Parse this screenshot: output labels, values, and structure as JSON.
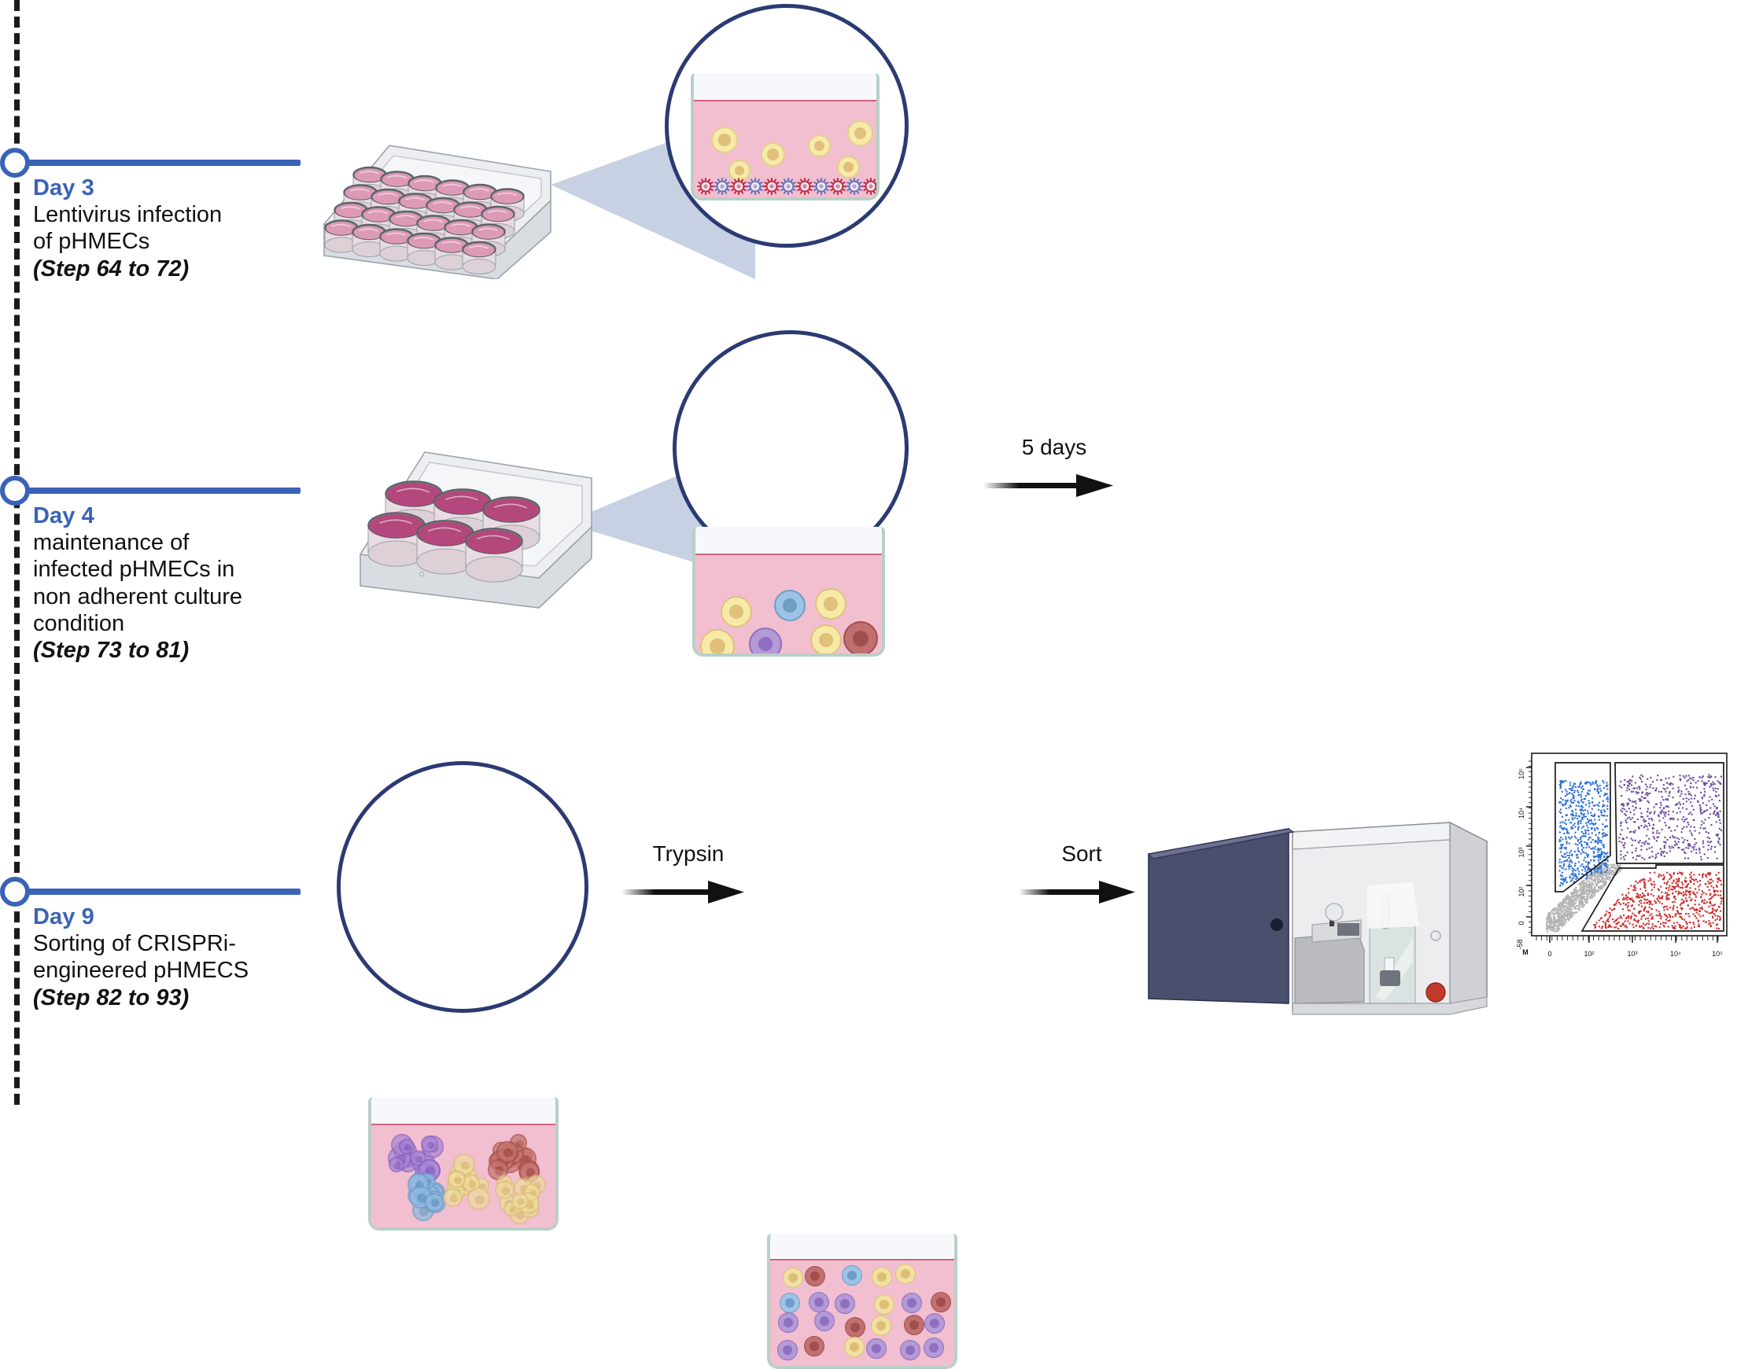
{
  "timeline": {
    "axis_color": "#3a63b8",
    "entries": [
      {
        "day": "Day 3",
        "desc_line1": "Lentivirus infection",
        "desc_line2": "of pHMECs",
        "steps": "(Step 64 to 72)"
      },
      {
        "day": "Day 4",
        "desc_line1": "maintenance of",
        "desc_line2": "infected pHMECs in",
        "desc_line3": "non adherent culture",
        "desc_line4": "condition",
        "steps": "(Step 73 to 81)"
      },
      {
        "day": "Day 9",
        "desc_line1": "Sorting of CRISPRi-",
        "desc_line2": "engineered pHMECS",
        "steps": "(Step 82 to 93)"
      }
    ]
  },
  "arrows": [
    {
      "name": "five-days-arrow",
      "label": "5 days"
    },
    {
      "name": "trypsin-arrow",
      "label": "Trypsin"
    },
    {
      "name": "sort-arrow",
      "label": "Sort"
    }
  ],
  "row1": {
    "plate": {
      "name": "24-well-plate",
      "wells_rows": 4,
      "wells_cols": 6,
      "media_color": "#dd9ab7"
    },
    "magnifier": {
      "name": "magnified-well-infection",
      "media_color": "#f2bfd0",
      "cell_color": "#f7eaa8",
      "cell_nucleus_color": "#e0c07a",
      "virus_colors": [
        "#c0304a",
        "#6a74b8"
      ],
      "virus_count": 11,
      "cell_count": 6
    }
  },
  "row2": {
    "plate": {
      "name": "6-well-plate",
      "wells_rows": 2,
      "wells_cols": 3,
      "media_color": "#b4487c"
    },
    "magnifier": {
      "name": "magnified-well-suspension",
      "media_color": "#f2bfd0",
      "cells": [
        {
          "fill": "#f7eaa8",
          "nucleus": "#e0c07a"
        },
        {
          "fill": "#f7eaa8",
          "nucleus": "#e0c07a"
        },
        {
          "fill": "#f7eaa8",
          "nucleus": "#e0c07a"
        },
        {
          "fill": "#f7eaa8",
          "nucleus": "#e0c07a"
        },
        {
          "fill": "#9dc3e6",
          "nucleus": "#6e9ec4"
        },
        {
          "fill": "#b49ad6",
          "nucleus": "#8f6fc0"
        },
        {
          "fill": "#c0706e",
          "nucleus": "#a14e4c"
        }
      ]
    }
  },
  "row3": {
    "magnifier": {
      "name": "magnified-well-spheroids",
      "media_color": "#f2bfd0",
      "clumps": [
        {
          "color": "#a888d4",
          "nucleus": "#8b63c4"
        },
        {
          "color": "#8fb9e0",
          "nucleus": "#6a9cc8"
        },
        {
          "color": "#eedca0",
          "nucleus": "#ddbf74"
        },
        {
          "color": "#c4746e",
          "nucleus": "#a8504a"
        },
        {
          "color": "#eedca0",
          "nucleus": "#ddbf74"
        }
      ]
    },
    "dish": {
      "name": "dissociated-cells-dish",
      "media_color": "#f2bfd0",
      "cell_colors": [
        {
          "fill": "#f2dfa4",
          "nucleus": "#ddbf74"
        },
        {
          "fill": "#9dc3e6",
          "nucleus": "#6e9ec4"
        },
        {
          "fill": "#b49ad6",
          "nucleus": "#8f6fc0"
        },
        {
          "fill": "#c0706e",
          "nucleus": "#a14e4c"
        }
      ]
    },
    "sorter": {
      "name": "flow-cytometer-sorter",
      "body_color": "#e8e8ea",
      "panel_color": "#4a4f6e",
      "button_color": "#c0392b"
    }
  },
  "chart_data": {
    "type": "scatter",
    "title": "",
    "xlabel": "",
    "ylabel": "",
    "x_ticks": [
      "0",
      "10²",
      "10³",
      "10⁴",
      "10⁵"
    ],
    "y_ticks": [
      "0",
      "10²",
      "10³",
      "10⁴",
      "10⁵"
    ],
    "origin_label": "-58",
    "marker_label": "M",
    "marker_color": "#1726d4",
    "grid": false,
    "legend": "none",
    "series": [
      {
        "name": "gate-upper-left-blue",
        "color": "#2b6fd4",
        "n_points": 620,
        "gate": "upper-left",
        "approx_x_range": [
          "10^1.2",
          "10^2.9"
        ],
        "approx_y_range": [
          "10^1.8",
          "10^4.5"
        ]
      },
      {
        "name": "gate-upper-right-purple",
        "color": "#6b4a9e",
        "n_points": 560,
        "gate": "upper-right",
        "approx_x_range": [
          "10^2.9",
          "10^5"
        ],
        "approx_y_range": [
          "10^2.6",
          "10^4.7"
        ]
      },
      {
        "name": "gate-lower-right-red",
        "color": "#cc2b2b",
        "n_points": 640,
        "gate": "lower-right",
        "approx_x_range": [
          "10^2.3",
          "10^5"
        ],
        "approx_y_range": [
          "10^0",
          "10^2.8"
        ]
      },
      {
        "name": "ungated-gray",
        "color": "#b3b3b3",
        "n_points": 900,
        "gate": "none",
        "approx_x_range": [
          "10^0",
          "10^2.6"
        ],
        "approx_y_range": [
          "10^0",
          "10^2.8"
        ]
      }
    ],
    "gates": [
      {
        "name": "upper-left-gate",
        "shape": "polygon"
      },
      {
        "name": "upper-right-gate",
        "shape": "polygon"
      },
      {
        "name": "lower-right-gate",
        "shape": "polygon"
      }
    ]
  }
}
